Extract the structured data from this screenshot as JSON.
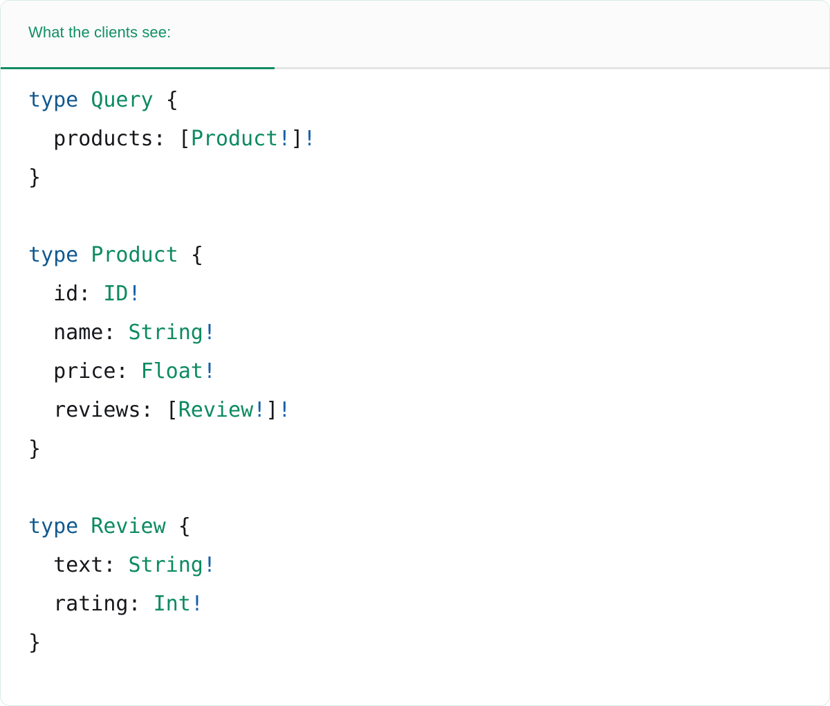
{
  "card": {
    "border_color": "#d8ece3",
    "background": "#ffffff"
  },
  "header": {
    "background": "#fbfbfb",
    "active_tab_underline_color": "#118a64",
    "rule_color": "#e4e4e6",
    "tabs": [
      {
        "label": "What the clients see:",
        "active": true
      }
    ]
  },
  "colors": {
    "keyword": "#11598f",
    "type": "#0d8a62",
    "field": "#17181c",
    "punctuation": "#17181c",
    "non_null_bang": "#1560a8"
  },
  "code": {
    "language": "graphql",
    "lines": [
      {
        "indent": 0,
        "tokens": [
          {
            "text": "type",
            "kind": "keyword"
          },
          {
            "text": " ",
            "kind": "plain"
          },
          {
            "text": "Query",
            "kind": "type"
          },
          {
            "text": " ",
            "kind": "plain"
          },
          {
            "text": "{",
            "kind": "punctuation"
          }
        ]
      },
      {
        "indent": 2,
        "tokens": [
          {
            "text": "products",
            "kind": "field"
          },
          {
            "text": ": ",
            "kind": "punctuation"
          },
          {
            "text": "[",
            "kind": "punctuation"
          },
          {
            "text": "Product",
            "kind": "type"
          },
          {
            "text": "!",
            "kind": "bang"
          },
          {
            "text": "]",
            "kind": "punctuation"
          },
          {
            "text": "!",
            "kind": "bang"
          }
        ]
      },
      {
        "indent": 0,
        "tokens": [
          {
            "text": "}",
            "kind": "punctuation"
          }
        ]
      },
      {
        "indent": 0,
        "tokens": []
      },
      {
        "indent": 0,
        "tokens": [
          {
            "text": "type",
            "kind": "keyword"
          },
          {
            "text": " ",
            "kind": "plain"
          },
          {
            "text": "Product",
            "kind": "type"
          },
          {
            "text": " ",
            "kind": "plain"
          },
          {
            "text": "{",
            "kind": "punctuation"
          }
        ]
      },
      {
        "indent": 2,
        "tokens": [
          {
            "text": "id",
            "kind": "field"
          },
          {
            "text": ": ",
            "kind": "punctuation"
          },
          {
            "text": "ID",
            "kind": "type"
          },
          {
            "text": "!",
            "kind": "bang"
          }
        ]
      },
      {
        "indent": 2,
        "tokens": [
          {
            "text": "name",
            "kind": "field"
          },
          {
            "text": ": ",
            "kind": "punctuation"
          },
          {
            "text": "String",
            "kind": "type"
          },
          {
            "text": "!",
            "kind": "bang"
          }
        ]
      },
      {
        "indent": 2,
        "tokens": [
          {
            "text": "price",
            "kind": "field"
          },
          {
            "text": ": ",
            "kind": "punctuation"
          },
          {
            "text": "Float",
            "kind": "type"
          },
          {
            "text": "!",
            "kind": "bang"
          }
        ]
      },
      {
        "indent": 2,
        "tokens": [
          {
            "text": "reviews",
            "kind": "field"
          },
          {
            "text": ": ",
            "kind": "punctuation"
          },
          {
            "text": "[",
            "kind": "punctuation"
          },
          {
            "text": "Review",
            "kind": "type"
          },
          {
            "text": "!",
            "kind": "bang"
          },
          {
            "text": "]",
            "kind": "punctuation"
          },
          {
            "text": "!",
            "kind": "bang"
          }
        ]
      },
      {
        "indent": 0,
        "tokens": [
          {
            "text": "}",
            "kind": "punctuation"
          }
        ]
      },
      {
        "indent": 0,
        "tokens": []
      },
      {
        "indent": 0,
        "tokens": [
          {
            "text": "type",
            "kind": "keyword"
          },
          {
            "text": " ",
            "kind": "plain"
          },
          {
            "text": "Review",
            "kind": "type"
          },
          {
            "text": " ",
            "kind": "plain"
          },
          {
            "text": "{",
            "kind": "punctuation"
          }
        ]
      },
      {
        "indent": 2,
        "tokens": [
          {
            "text": "text",
            "kind": "field"
          },
          {
            "text": ": ",
            "kind": "punctuation"
          },
          {
            "text": "String",
            "kind": "type"
          },
          {
            "text": "!",
            "kind": "bang"
          }
        ]
      },
      {
        "indent": 2,
        "tokens": [
          {
            "text": "rating",
            "kind": "field"
          },
          {
            "text": ": ",
            "kind": "punctuation"
          },
          {
            "text": "Int",
            "kind": "type"
          },
          {
            "text": "!",
            "kind": "bang"
          }
        ]
      },
      {
        "indent": 0,
        "tokens": [
          {
            "text": "}",
            "kind": "punctuation"
          }
        ]
      }
    ]
  }
}
